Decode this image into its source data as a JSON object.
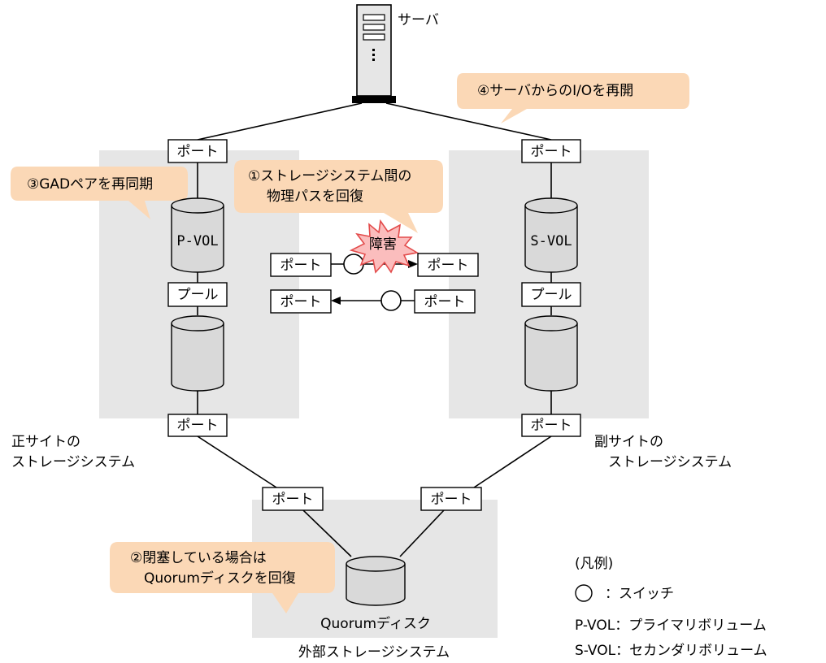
{
  "colors": {
    "site_bg": "#e6e6e6",
    "callout_bg": "#fbd8b6",
    "burst_bg": "#fbbdbd",
    "burst_stroke": "#e34c4c",
    "cylinder_fill": "#d9d9d9"
  },
  "server": {
    "label": "サーバ"
  },
  "steps": {
    "step1_line1": "①ストレージシステム間の",
    "step1_line2": "物理パスを回復",
    "step2_line1": "②閉塞している場合は",
    "step2_line2": "Quorumディスクを回復",
    "step3": "③GADペアを再同期",
    "step4": "④サーバからのI/Oを再開"
  },
  "failure": {
    "label": "障害"
  },
  "port_label": "ポート",
  "pool_label": "プール",
  "volumes": {
    "pvol": "P-VOL",
    "svol": "S-VOL",
    "quorum": "Quorumディスク"
  },
  "sites": {
    "primary_line1": "正サイトの",
    "primary_line2": "ストレージシステム",
    "secondary_line1": "副サイトの",
    "secondary_line2": "ストレージシステム",
    "external": "外部ストレージシステム"
  },
  "legend": {
    "title": "(凡例)",
    "switch": "：スイッチ",
    "pvol": "P-VOL：プライマリボリューム",
    "svol": "S-VOL：セカンダリボリューム"
  }
}
